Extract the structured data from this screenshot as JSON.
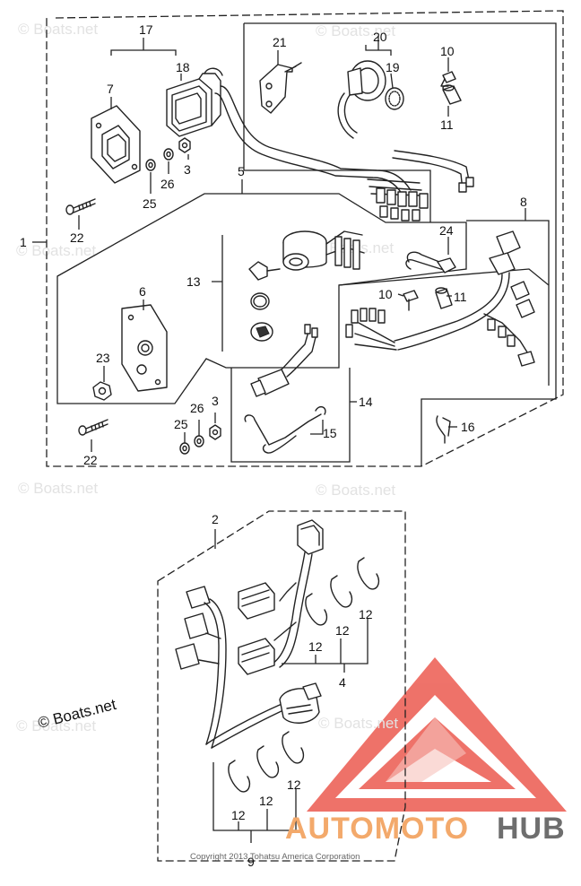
{
  "watermark": "© Boats.net",
  "copyright_caption": "© Boats.net",
  "footer_text": "Copyright 2013 Tohatsu America Corporation",
  "logo": {
    "auto": "AUTOMOTO",
    "hub": "HUB"
  },
  "callouts": {
    "c1": "1",
    "c2": "2",
    "c3a": "3",
    "c3b": "3",
    "c4": "4",
    "c5": "5",
    "c6": "6",
    "c7": "7",
    "c8": "8",
    "c9": "9",
    "c10a": "10",
    "c10b": "10",
    "c11a": "11",
    "c11b": "11",
    "c12a": "12",
    "c12b": "12",
    "c12c": "12",
    "c12d": "12",
    "c12e": "12",
    "c12f": "12",
    "c13": "13",
    "c14": "14",
    "c15": "15",
    "c16": "16",
    "c17": "17",
    "c18": "18",
    "c19": "19",
    "c20": "20",
    "c21": "21",
    "c22a": "22",
    "c22b": "22",
    "c23": "23",
    "c24": "24",
    "c25a": "25",
    "c25b": "25",
    "c26a": "26",
    "c26b": "26"
  },
  "colors": {
    "logo_red": "#e8453c",
    "logo_orange": "#f3a96b",
    "logo_gray": "#6e6e6e",
    "line": "#222222"
  }
}
